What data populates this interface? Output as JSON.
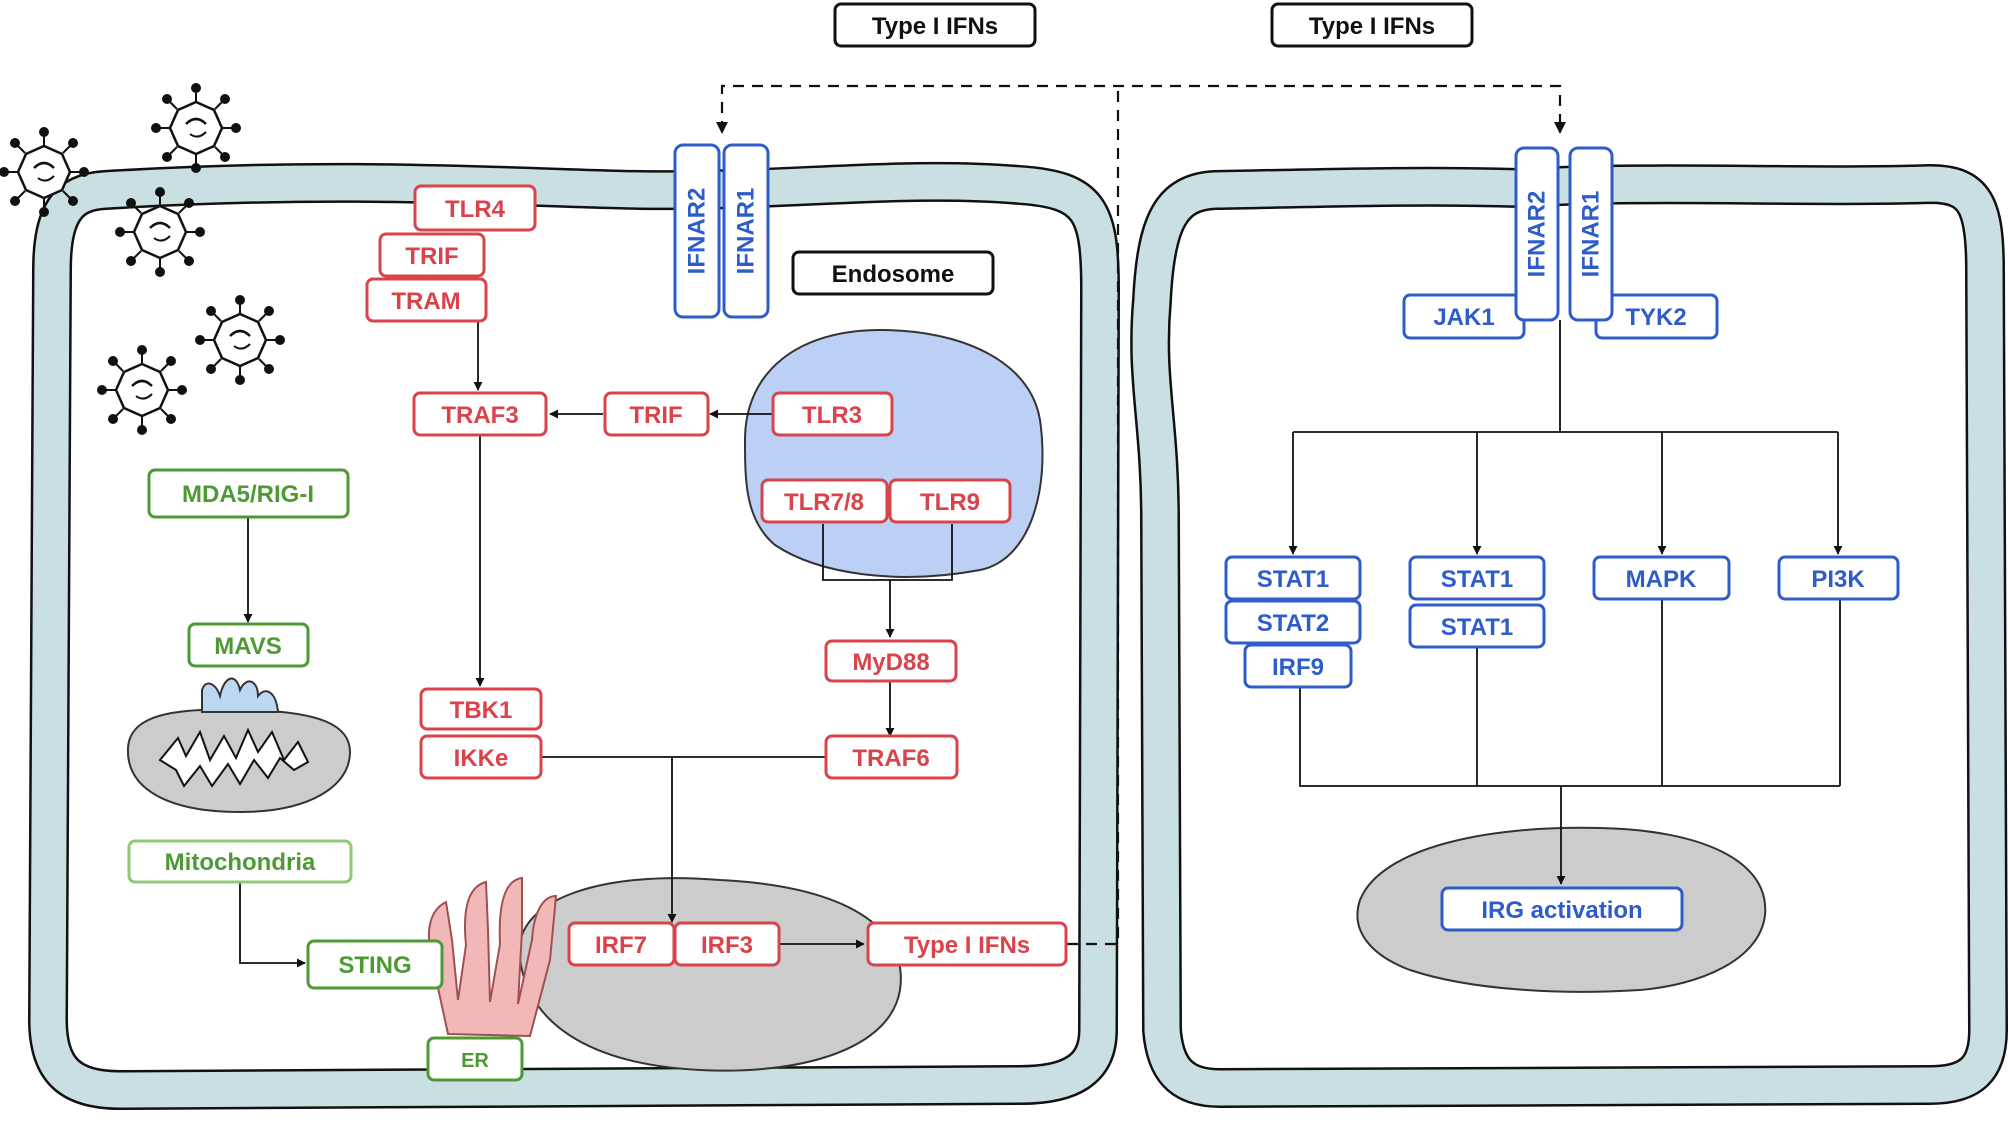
{
  "labels": {
    "type1_ifns_top_left": "Type I IFNs",
    "type1_ifns_top_right": "Type I IFNs",
    "endosome": "Endosome",
    "tlr4": "TLR4",
    "trif_upper": "TRIF",
    "tram": "TRAM",
    "traf3": "TRAF3",
    "trif_mid": "TRIF",
    "tlr3": "TLR3",
    "tlr78": "TLR7/8",
    "tlr9": "TLR9",
    "myd88": "MyD88",
    "tbk1": "TBK1",
    "ikke": "IKKe",
    "traf6": "TRAF6",
    "irf7": "IRF7",
    "irf3": "IRF3",
    "type1_ifns_output": "Type I IFNs",
    "ifnar2_left": "IFNAR2",
    "ifnar1_left": "IFNAR1",
    "mda5_rigi": "MDA5/RIG-I",
    "mavs": "MAVS",
    "mitochondria": "Mitochondria",
    "sting": "STING",
    "er": "ER",
    "ifnar2_right": "IFNAR2",
    "ifnar1_right": "IFNAR1",
    "jak1": "JAK1",
    "tyk2": "TYK2",
    "stat1_a": "STAT1",
    "stat2": "STAT2",
    "irf9": "IRF9",
    "stat1_b": "STAT1",
    "stat1_c": "STAT1",
    "mapk": "MAPK",
    "pi3k": "PI3K",
    "irg_activation": "IRG activation"
  },
  "colors": {
    "innate_sensing": "#d9434b",
    "cytosolic_sensing": "#4d9a35",
    "ifn_signaling": "#2e5cc9",
    "cell_membrane": "#c9dfe2",
    "endosome_fill": "#bcd0f5",
    "organelle_fill": "#cccccc",
    "er_fill": "#f2b8b8"
  }
}
